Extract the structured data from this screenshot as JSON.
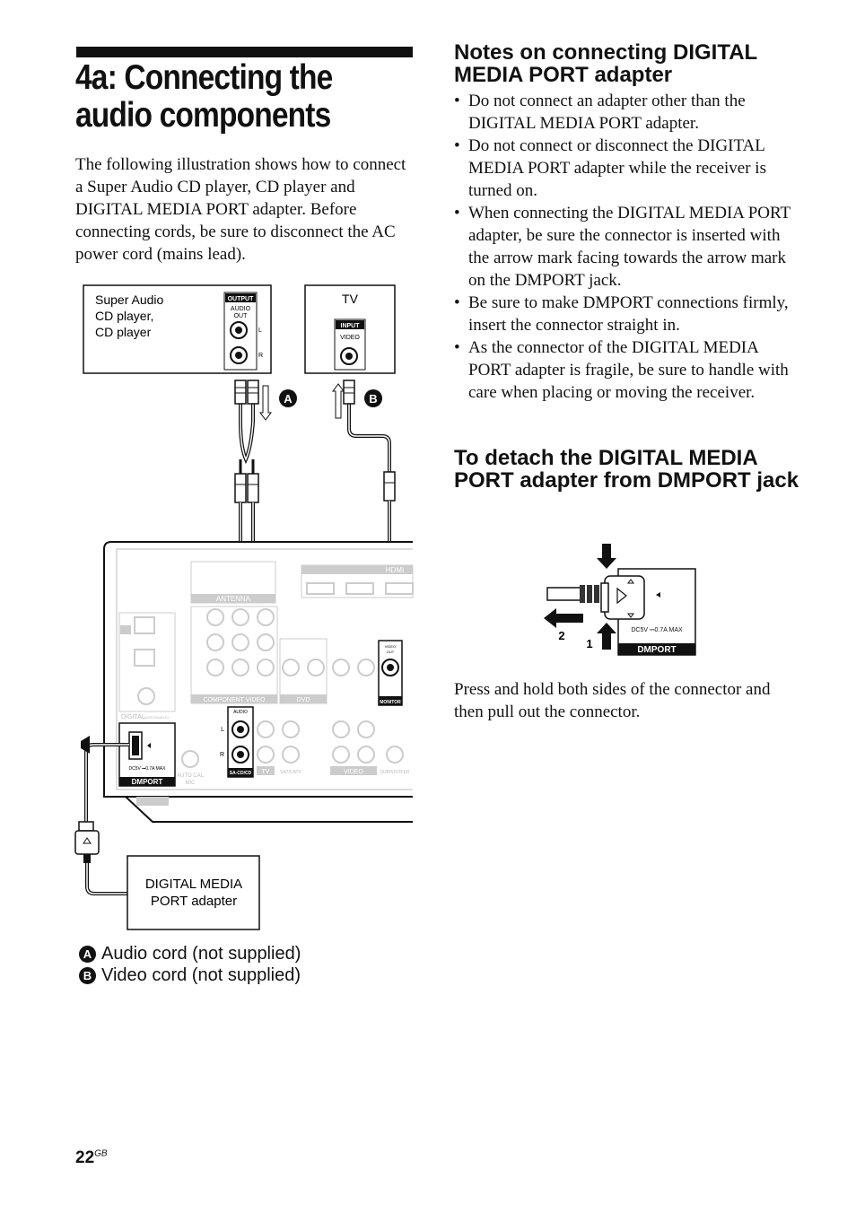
{
  "page": {
    "title": "4a: Connecting the audio components",
    "intro": "The following illustration shows how to connect a Super Audio CD player, CD player and DIGITAL MEDIA PORT adapter. Before connecting cords, be sure to disconnect the AC power cord (mains lead).",
    "page_number": "22",
    "page_suffix": "GB"
  },
  "notes": {
    "heading": "Notes on connecting DIGITAL MEDIA PORT adapter",
    "items": [
      "Do not connect an adapter other than the DIGITAL MEDIA PORT adapter.",
      "Do not connect or disconnect the DIGITAL MEDIA PORT adapter while the receiver is turned on.",
      "When connecting the DIGITAL MEDIA PORT adapter, be sure the connector is inserted with the arrow mark facing towards the arrow mark on the DMPORT jack.",
      "Be sure to make DMPORT connections firmly, insert the connector straight in.",
      "As the connector of the DIGITAL MEDIA PORT adapter is fragile, be sure to handle with care when placing or moving the receiver."
    ]
  },
  "detach": {
    "heading": "To detach the DIGITAL MEDIA PORT adapter from DMPORT jack",
    "instruction": "Press and hold both sides of the connector and then pull out the connector.",
    "step1": "1",
    "step2": "2",
    "jack_spec": "DC5V ⎓0.7A MAX",
    "jack_label": "DMPORT"
  },
  "diagram": {
    "cd_player": "Super Audio CD player, CD player",
    "cd_player_lines": [
      "Super Audio",
      "CD player,",
      "CD player"
    ],
    "output_tag": "OUTPUT",
    "audio_out": [
      "AUDIO",
      "OUT"
    ],
    "ch_l": "L",
    "ch_r": "R",
    "tv": "TV",
    "input_tag": "INPUT",
    "video": "VIDEO",
    "badge_a": "A",
    "badge_b": "B",
    "adapter_lines": [
      "DIGITAL MEDIA",
      "PORT adapter"
    ],
    "panel": {
      "antenna": "ANTENNA",
      "hdmi": "HDMI",
      "component_video": "COMPONENT VIDEO",
      "dvd": "DVD",
      "monitor": "MONITOR",
      "video_out": [
        "VIDEO",
        "OUT"
      ],
      "digital": "DIGITAL",
      "assignable": "(ASSIGNABLE)",
      "dmport": "DMPORT",
      "dc_spec": "DC5V ⎓0.7A MAX",
      "auto_cal": [
        "AUTO CAL",
        "MIC"
      ],
      "audio": "AUDIO",
      "sa_cd": "SA-CD/CD",
      "tv": "TV",
      "sat_catv": "SAT/CATV",
      "video_group": "VIDEO",
      "subwoofer": "SUBWOOFER",
      "l": "L",
      "r": "R"
    }
  },
  "legend": {
    "a": "A",
    "a_text": "Audio cord (not supplied)",
    "b": "B",
    "b_text": "Video cord (not supplied)"
  }
}
